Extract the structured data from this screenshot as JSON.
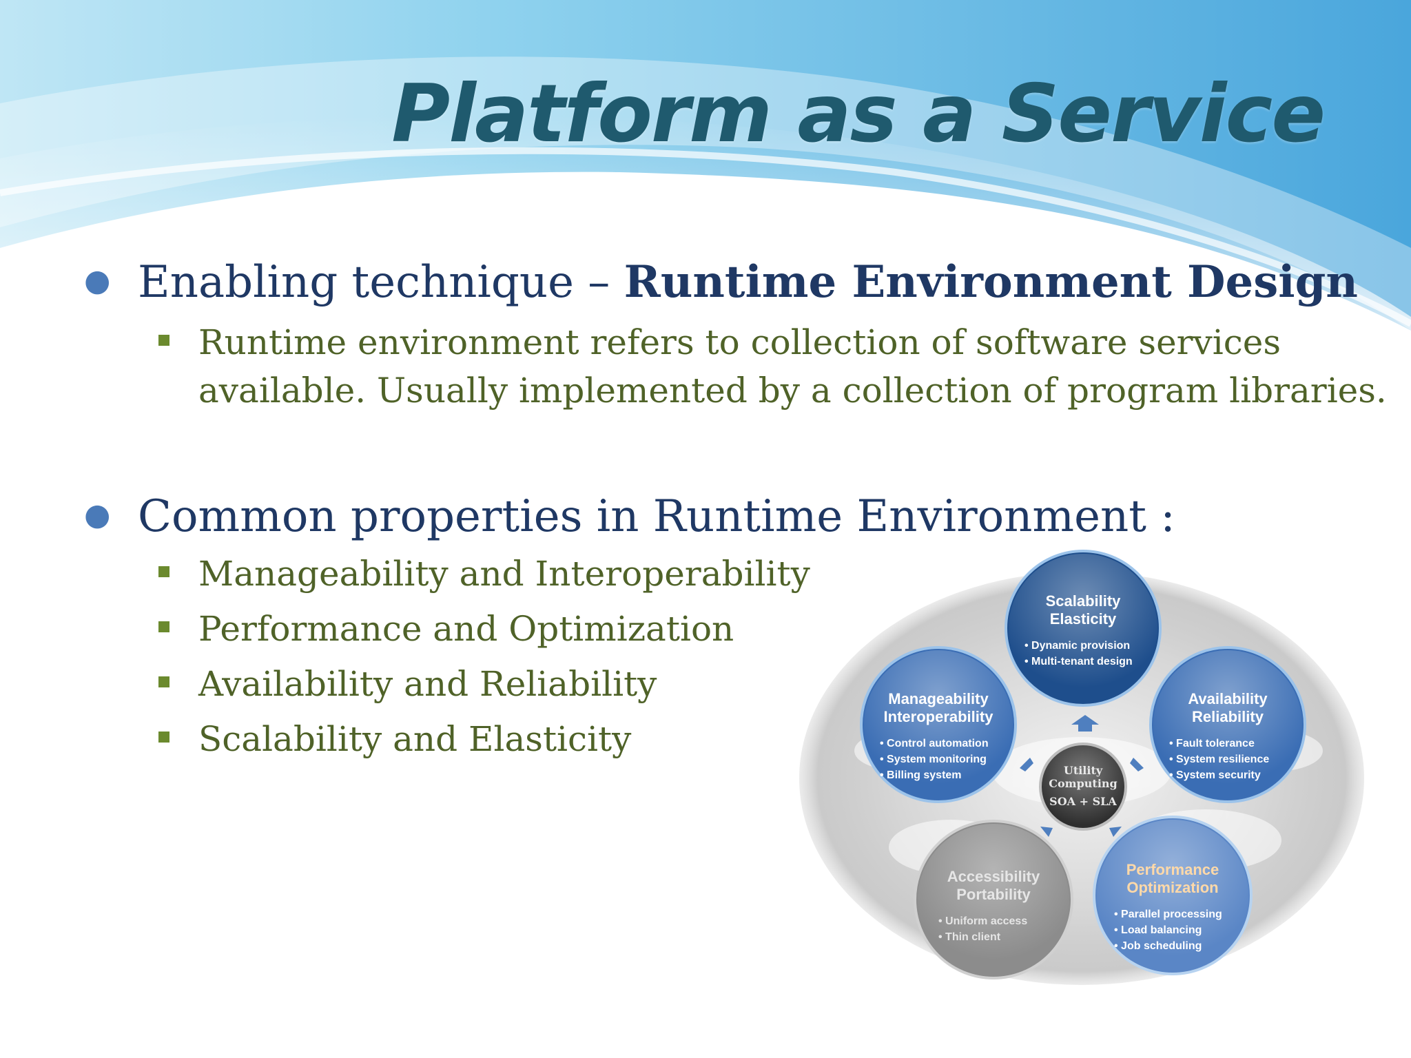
{
  "slide": {
    "title": "Platform as a Service",
    "bullets": [
      {
        "prefix": "Enabling technique – ",
        "bold": "Runtime Environment Design",
        "sub": [
          {
            "line1": "Runtime environment refers to collection of software services",
            "line2": "available. Usually implemented by a collection of program libraries."
          }
        ]
      },
      {
        "text": "Common properties in Runtime Environment :",
        "sub": [
          {
            "text": "Manageability and Interoperability"
          },
          {
            "text": "Performance and Optimization"
          },
          {
            "text": "Availability and Reliability"
          },
          {
            "text": "Scalability and Elasticity"
          }
        ]
      }
    ]
  },
  "diagram": {
    "center": {
      "line1": "Utility",
      "line2": "Computing",
      "line3": "SOA + SLA"
    },
    "circles": {
      "scalability": {
        "title1": "Scalability",
        "title2": "Elasticity",
        "items": [
          "• Dynamic provision",
          "• Multi-tenant design"
        ],
        "color": "#1e4e8c"
      },
      "manageability": {
        "title1": "Manageability",
        "title2": "Interoperability",
        "items": [
          "• Control automation",
          "• System monitoring",
          "• Billing system"
        ],
        "color": "#3a6db4"
      },
      "availability": {
        "title1": "Availability",
        "title2": "Reliability",
        "items": [
          "• Fault tolerance",
          "• System resilience",
          "• System security"
        ],
        "color": "#3a6db4"
      },
      "accessibility": {
        "title1": "Accessibility",
        "title2": "Portability",
        "items": [
          "• Uniform access",
          "• Thin client"
        ],
        "color": "#8c8c8c"
      },
      "performance": {
        "title1": "Performance",
        "title2": "Optimization",
        "items": [
          "• Parallel processing",
          "• Load balancing",
          "• Job scheduling"
        ],
        "color": "#5a86c6",
        "title_color": "#ffd9a8"
      }
    }
  }
}
